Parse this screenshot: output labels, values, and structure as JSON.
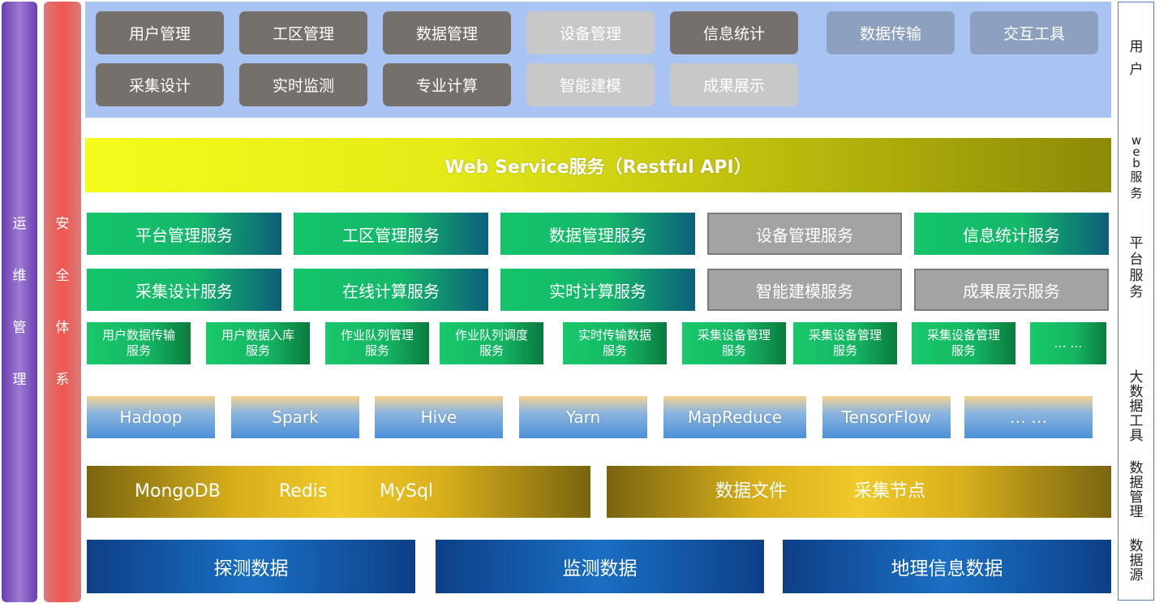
{
  "left_bars": {
    "ops": [
      "运",
      "维",
      "管",
      "理"
    ],
    "security": [
      "安",
      "全",
      "体",
      "系"
    ]
  },
  "user_modules": {
    "row1": [
      "用户管理",
      "工区管理",
      "数据管理",
      "设备管理",
      "信息统计",
      "数据传输",
      "交互工具"
    ],
    "row2": [
      "采集设计",
      "实时监测",
      "专业计算",
      "智能建模",
      "成果展示"
    ]
  },
  "web_service": "Web Service服务（Restful API）",
  "platform_services": {
    "row1": [
      "平台管理服务",
      "工区管理服务",
      "数据管理服务",
      "设备管理服务",
      "信息统计服务"
    ],
    "row2": [
      "采集设计服务",
      "在线计算服务",
      "实时计算服务",
      "智能建模服务",
      "成果展示服务"
    ]
  },
  "small_services": [
    [
      "用户数据传输",
      "服务"
    ],
    [
      "用户数据入库",
      "服务"
    ],
    [
      "作业队列管理",
      "服务"
    ],
    [
      "作业队列调度",
      "服务"
    ],
    [
      "实时传输数据",
      "服务"
    ],
    [
      "采集设备管理",
      "服务"
    ],
    [
      "采集设备管理",
      "服务"
    ],
    [
      "采集设备管理",
      "服务"
    ],
    [
      "… …"
    ]
  ],
  "bigdata_tools": [
    "Hadoop",
    "Spark",
    "Hive",
    "Yarn",
    "MapReduce",
    "TensorFlow",
    "… …"
  ],
  "data_management": {
    "databases": [
      "MongoDB",
      "Redis",
      "MySql"
    ],
    "files": [
      "数据文件",
      "采集节点"
    ]
  },
  "data_sources": [
    "探测数据",
    "监测数据",
    "地理信息数据"
  ],
  "right_labels": {
    "user": [
      "用",
      "户"
    ],
    "web": [
      "w",
      "e",
      "b",
      "服",
      "务"
    ],
    "platform": [
      "平",
      "台",
      "服",
      "务"
    ],
    "bigdata": [
      "大",
      "数",
      "据",
      "工",
      "具"
    ],
    "datamgmt": [
      "数",
      "据",
      "管",
      "理"
    ],
    "datasource": [
      "数",
      "据",
      "源"
    ]
  }
}
